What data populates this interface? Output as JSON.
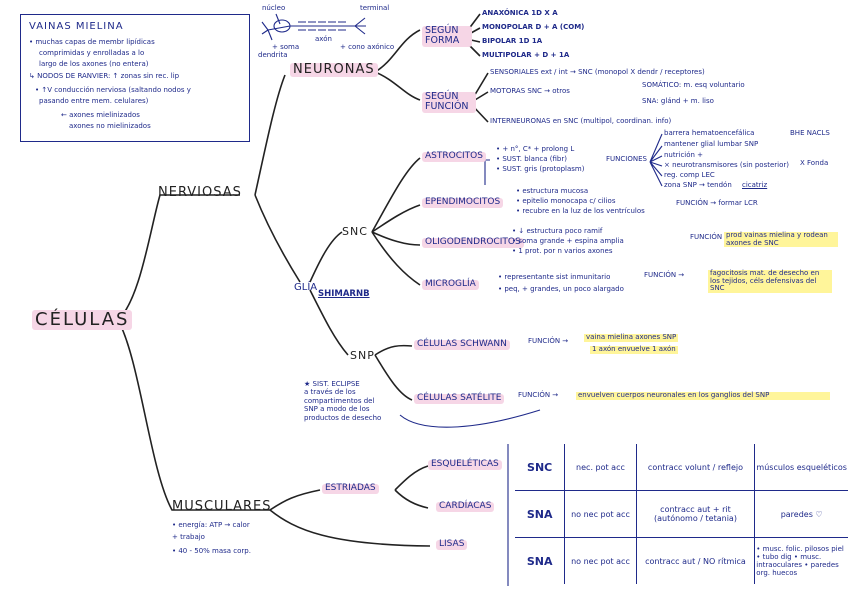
{
  "root": "CÉLULAS",
  "nerviosas": "NERVIOSAS",
  "musculares": "MUSCULARES",
  "neuronas": "NEURONAS",
  "glia": "GLÍA",
  "glia_tag": "SHIMARNB",
  "snc": "SNC",
  "snp": "SNP",
  "neuron_sketch": {
    "top_left": "núcleo",
    "top_right": "terminal",
    "axon": "axón",
    "soma": "+ soma",
    "dendrite": "dendrita",
    "bottom": "+ cono axónico"
  },
  "vainas": {
    "title": "VAINAS MIELINA",
    "lines": [
      "• muchas capas de membr lipídicas",
      "comprimidas y enrolladas a lo",
      "largo de los axones (no entera)",
      "↳ NODOS DE RANVIER: ↑ zonas sin rec. lip",
      "• ↑V conducción nerviosa (saltando nodos y",
      "pasando entre mem. celulares)",
      "← axones mielinizados",
      "axones no mielinizados"
    ]
  },
  "segun_forma": {
    "label": "SEGÚN FORMA",
    "items": [
      "ANAXÓNICA  1D  X A",
      "MONOPOLAR  D + A  (COM)",
      "BIPOLAR  1D  1A",
      "MULTIPOLAR  + D + 1A"
    ]
  },
  "segun_funcion": {
    "label": "SEGÚN FUNCIÓN",
    "items": [
      "SENSORIALES  ext / int  → SNC (monopol X dendr / receptores)",
      "MOTORAS  SNC → otros",
      "INTERNEURONAS  en SNC (multipol, coordinan. info)"
    ],
    "motoras_sub": [
      "SOMÁTICO: m. esq voluntario",
      "SNA: glánd + m. liso"
    ]
  },
  "astrocitos": {
    "label": "ASTROCITOS",
    "notes": [
      "• + n°, C* + prolong L",
      "• SUST. blanca (fibr)",
      "• SUST. gris (protoplasm)"
    ],
    "funciones_label": "FUNCIONES",
    "funciones": [
      "barrera hematoencefálica",
      "mantener glial lumbar SNP",
      "nutrición +",
      "× neurotransmisores (sin posterior)",
      "reg. comp LEC",
      "zona SNP → tendón"
    ],
    "extra": [
      "BHE NACLS",
      "X Fonda",
      "cicatriz"
    ]
  },
  "ependimocitos": {
    "label": "EPENDIMOCITOS",
    "notes": [
      "• estructura mucosa",
      "• epitelio monocapa c/ cilios",
      "• recubre en la luz de los ventrículos"
    ],
    "funcion": "FUNCIÓN → formar LCR"
  },
  "oligodendrocitos": {
    "label": "OLIGODENDROCITOS",
    "notes": [
      "• ↓ estructura poco ramif",
      "• soma grande + espina amplia",
      "• 1 prot. por n varios axones"
    ],
    "funcion_label": "FUNCIÓN →",
    "funcion": "prod vainas mielina y rodean axones de SNC"
  },
  "microglia": {
    "label": "MICROGLÍA",
    "notes": [
      "• representante sist inmunitario",
      "• peq, + grandes, un poco alargado"
    ],
    "funcion_label": "FUNCIÓN →",
    "funcion": "fagocitosis mat. de desecho en los tejidos, céls defensivas del SNC"
  },
  "schwann": {
    "label": "CÉLULAS SCHWANN",
    "funcion_label": "FUNCIÓN →",
    "funcion": "vaina mielina axones SNP",
    "sub": "1 axón envuelve 1 axón"
  },
  "satelite": {
    "label": "CÉLULAS SATÉLITE",
    "funcion_label": "FUNCIÓN →",
    "funcion": "envuelven cuerpos neuronales en los ganglios del SNP"
  },
  "snp_note": [
    "★ SIST. ECLIPSE",
    "a través de los",
    "compartimentos del",
    "SNP a modo de los",
    "productos de desecho"
  ],
  "estriadas": "ESTRIADAS",
  "lisas": "LISAS",
  "esqueleticas": "ESQUELÉTICAS",
  "cardiacas": "CARDÍACAS",
  "musc_notes": [
    "• energía: ATP → calor",
    "  + trabajo",
    "• 40 - 50% masa corp."
  ],
  "table": {
    "header": [
      "nec. pot acc",
      "contracc volunt / reflejo",
      "músculos esqueléticos"
    ],
    "rows": [
      {
        "sys": "SNC",
        "c1": "nec. pot acc",
        "c2": "contracc volunt / reflejo",
        "c3": "músculos esqueléticos"
      },
      {
        "sys": "SNA",
        "c1": "no nec pot acc",
        "c2": "contracc aut + rit (autónomo / tetania)",
        "c3": "paredes ♡"
      },
      {
        "sys": "SNA",
        "c1": "no nec pot acc",
        "c2": "contracc aut / NO rítmica",
        "c3": "• musc. folic. pilosos piel • tubo dig • musc. intraoculares • paredes org. huecos"
      }
    ]
  }
}
